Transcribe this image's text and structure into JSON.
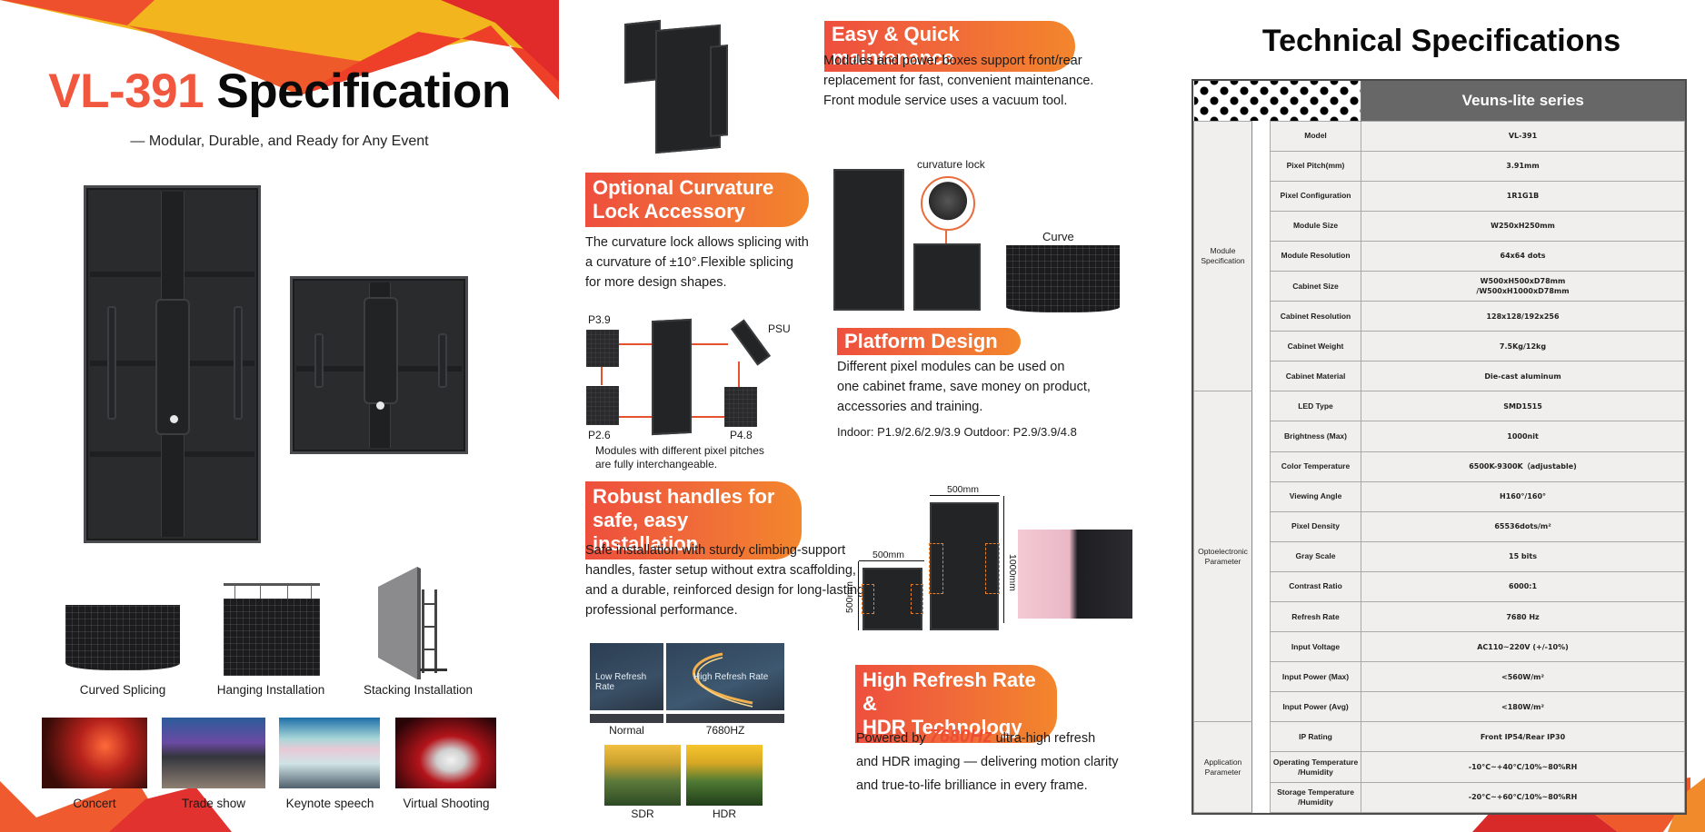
{
  "left": {
    "title_model": "VL-391",
    "title_word": "Specification",
    "subtitle": "— Modular, Durable, and Ready for Any Event",
    "installations": [
      {
        "label": "Curved Splicing"
      },
      {
        "label": "Hanging Installation"
      },
      {
        "label": "Stacking Installation"
      }
    ],
    "applications": [
      {
        "label": "Concert"
      },
      {
        "label": "Trade show"
      },
      {
        "label": "Keynote speech"
      },
      {
        "label": "Virtual Shooting"
      }
    ]
  },
  "middle": {
    "maintenance": {
      "heading": "Easy & Quick maintenance",
      "lines": [
        "Modules and power boxes support front/rear",
        "replacement for fast, convenient maintenance.",
        "Front module service uses a vacuum tool."
      ]
    },
    "curvature": {
      "heading_line1": "Optional Curvature",
      "heading_line2": "Lock Accessory",
      "lines": [
        "The curvature lock allows splicing with",
        "a curvature of ±10°.Flexible splicing",
        "for more design shapes."
      ],
      "lock_label": "curvature lock",
      "curve_label": "Curve"
    },
    "modules_diagram": {
      "labels": {
        "p39": "P3.9",
        "p26": "P2.6",
        "p48": "P4.8",
        "psu": "PSU"
      },
      "caption_line1": "Modules with different pixel pitches",
      "caption_line2": "are fully interchangeable."
    },
    "platform": {
      "heading": "Platform Design",
      "lines": [
        "Different pixel modules can be used on",
        "one cabinet frame, save money on product,",
        "accessories and training."
      ],
      "pitches": "Indoor: P1.9/2.6/2.9/3.9  Outdoor: P2.9/3.9/4.8"
    },
    "handles": {
      "heading_line1": "Robust handles for",
      "heading_line2": "safe, easy installation",
      "lines": [
        "Safe installation with sturdy climbing-support",
        "handles, faster setup without extra scaffolding,",
        "and a durable, reinforced design for long-lasting",
        "professional performance."
      ],
      "dim_width_large": "500mm",
      "dim_height_large": "1000mm",
      "dim_width_small": "500mm",
      "dim_height_small": "500mm"
    },
    "refresh": {
      "low_label": "Low Refresh Rate",
      "high_label": "High Refresh Rate",
      "normal_caption": "Normal",
      "hz_caption": "7680HZ",
      "sdr_caption": "SDR",
      "hdr_caption": "HDR",
      "heading_line1": "High Refresh Rate &",
      "heading_line2": "HDR Technology",
      "powered_prefix": "Powered by ",
      "highlight": "7680Hz",
      "powered_suffix": " ultra-high refresh",
      "line2": "and HDR imaging — delivering motion clarity",
      "line3": "and true-to-life brilliance in every frame."
    }
  },
  "specs": {
    "title": "Technical Specifications",
    "series": "Veuns-lite series",
    "groups": [
      {
        "category": "Module Specification",
        "rows": [
          {
            "label": "Model",
            "value": "VL-391"
          },
          {
            "label": "Pixel Pitch(mm)",
            "value": "3.91mm"
          },
          {
            "label": "Pixel Configuration",
            "value": "1R1G1B"
          },
          {
            "label": "Module Size",
            "value": "W250xH250mm"
          },
          {
            "label": "Module Resolution",
            "value": "64x64 dots"
          },
          {
            "label": "Cabinet Size",
            "value": "W500xH500xD78mm\n/W500xH1000xD78mm"
          },
          {
            "label": "Cabinet Resolution",
            "value": "128x128/192x256"
          },
          {
            "label": "Cabinet Weight",
            "value": "7.5Kg/12kg"
          },
          {
            "label": "Cabinet Material",
            "value": "Die-cast aluminum"
          }
        ]
      },
      {
        "category": "Optoelectronic Parameter",
        "rows": [
          {
            "label": "LED Type",
            "value": "SMD1515"
          },
          {
            "label": "Brightness (Max)",
            "value": "1000nit"
          },
          {
            "label": "Color Temperature",
            "value": "6500K-9300K（adjustable)"
          },
          {
            "label": "Viewing Angle",
            "value": "H160°/160°"
          },
          {
            "label": "Pixel Density",
            "value": "65536dots/m²"
          },
          {
            "label": "Gray Scale",
            "value": "15 bits"
          },
          {
            "label": "Contrast Ratio",
            "value": "6000:1"
          },
          {
            "label": "Refresh Rate",
            "value": "7680 Hz"
          },
          {
            "label": "Input Voltage",
            "value": "AC110~220V (+/-10%)"
          },
          {
            "label": "Input Power (Max)",
            "value": "<560W/m²"
          },
          {
            "label": "Input Power (Avg)",
            "value": "<180W/m²"
          }
        ]
      },
      {
        "category": "Application Parameter",
        "rows": [
          {
            "label": "IP Rating",
            "value": "Front IP54/Rear IP30"
          },
          {
            "label": "Operating Temperature\n/Humidity",
            "value": "-10°C~+40°C/10%~80%RH"
          },
          {
            "label": "Storage Temperature\n/Humidity",
            "value": "-20°C~+60°C/10%~80%RH"
          }
        ]
      }
    ]
  },
  "colors": {
    "accent_red": "#f0573e",
    "accent_orange": "#f3862c",
    "accent_yellow": "#f2b51d",
    "table_header": "#676767",
    "table_body": "#f0efed"
  }
}
